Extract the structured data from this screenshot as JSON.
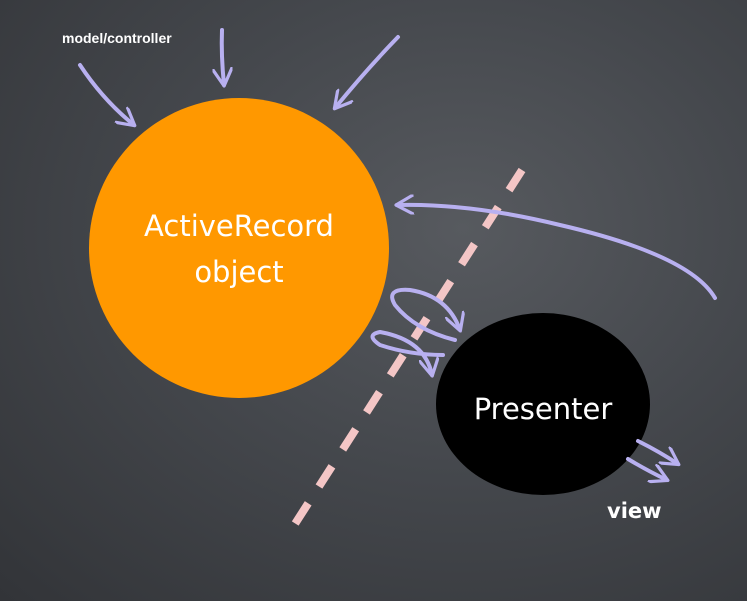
{
  "labels": {
    "model_controller": "model/controller",
    "view": "view"
  },
  "nodes": {
    "active_record": {
      "line1": "ActiveRecord",
      "line2": "object",
      "color": "#ff9800"
    },
    "presenter": {
      "label": "Presenter",
      "color": "#000000"
    }
  },
  "colors": {
    "background": "#45484d",
    "arrow": "#b8b0f0",
    "boundary": "#f4c6c6",
    "text": "#ffffff"
  }
}
